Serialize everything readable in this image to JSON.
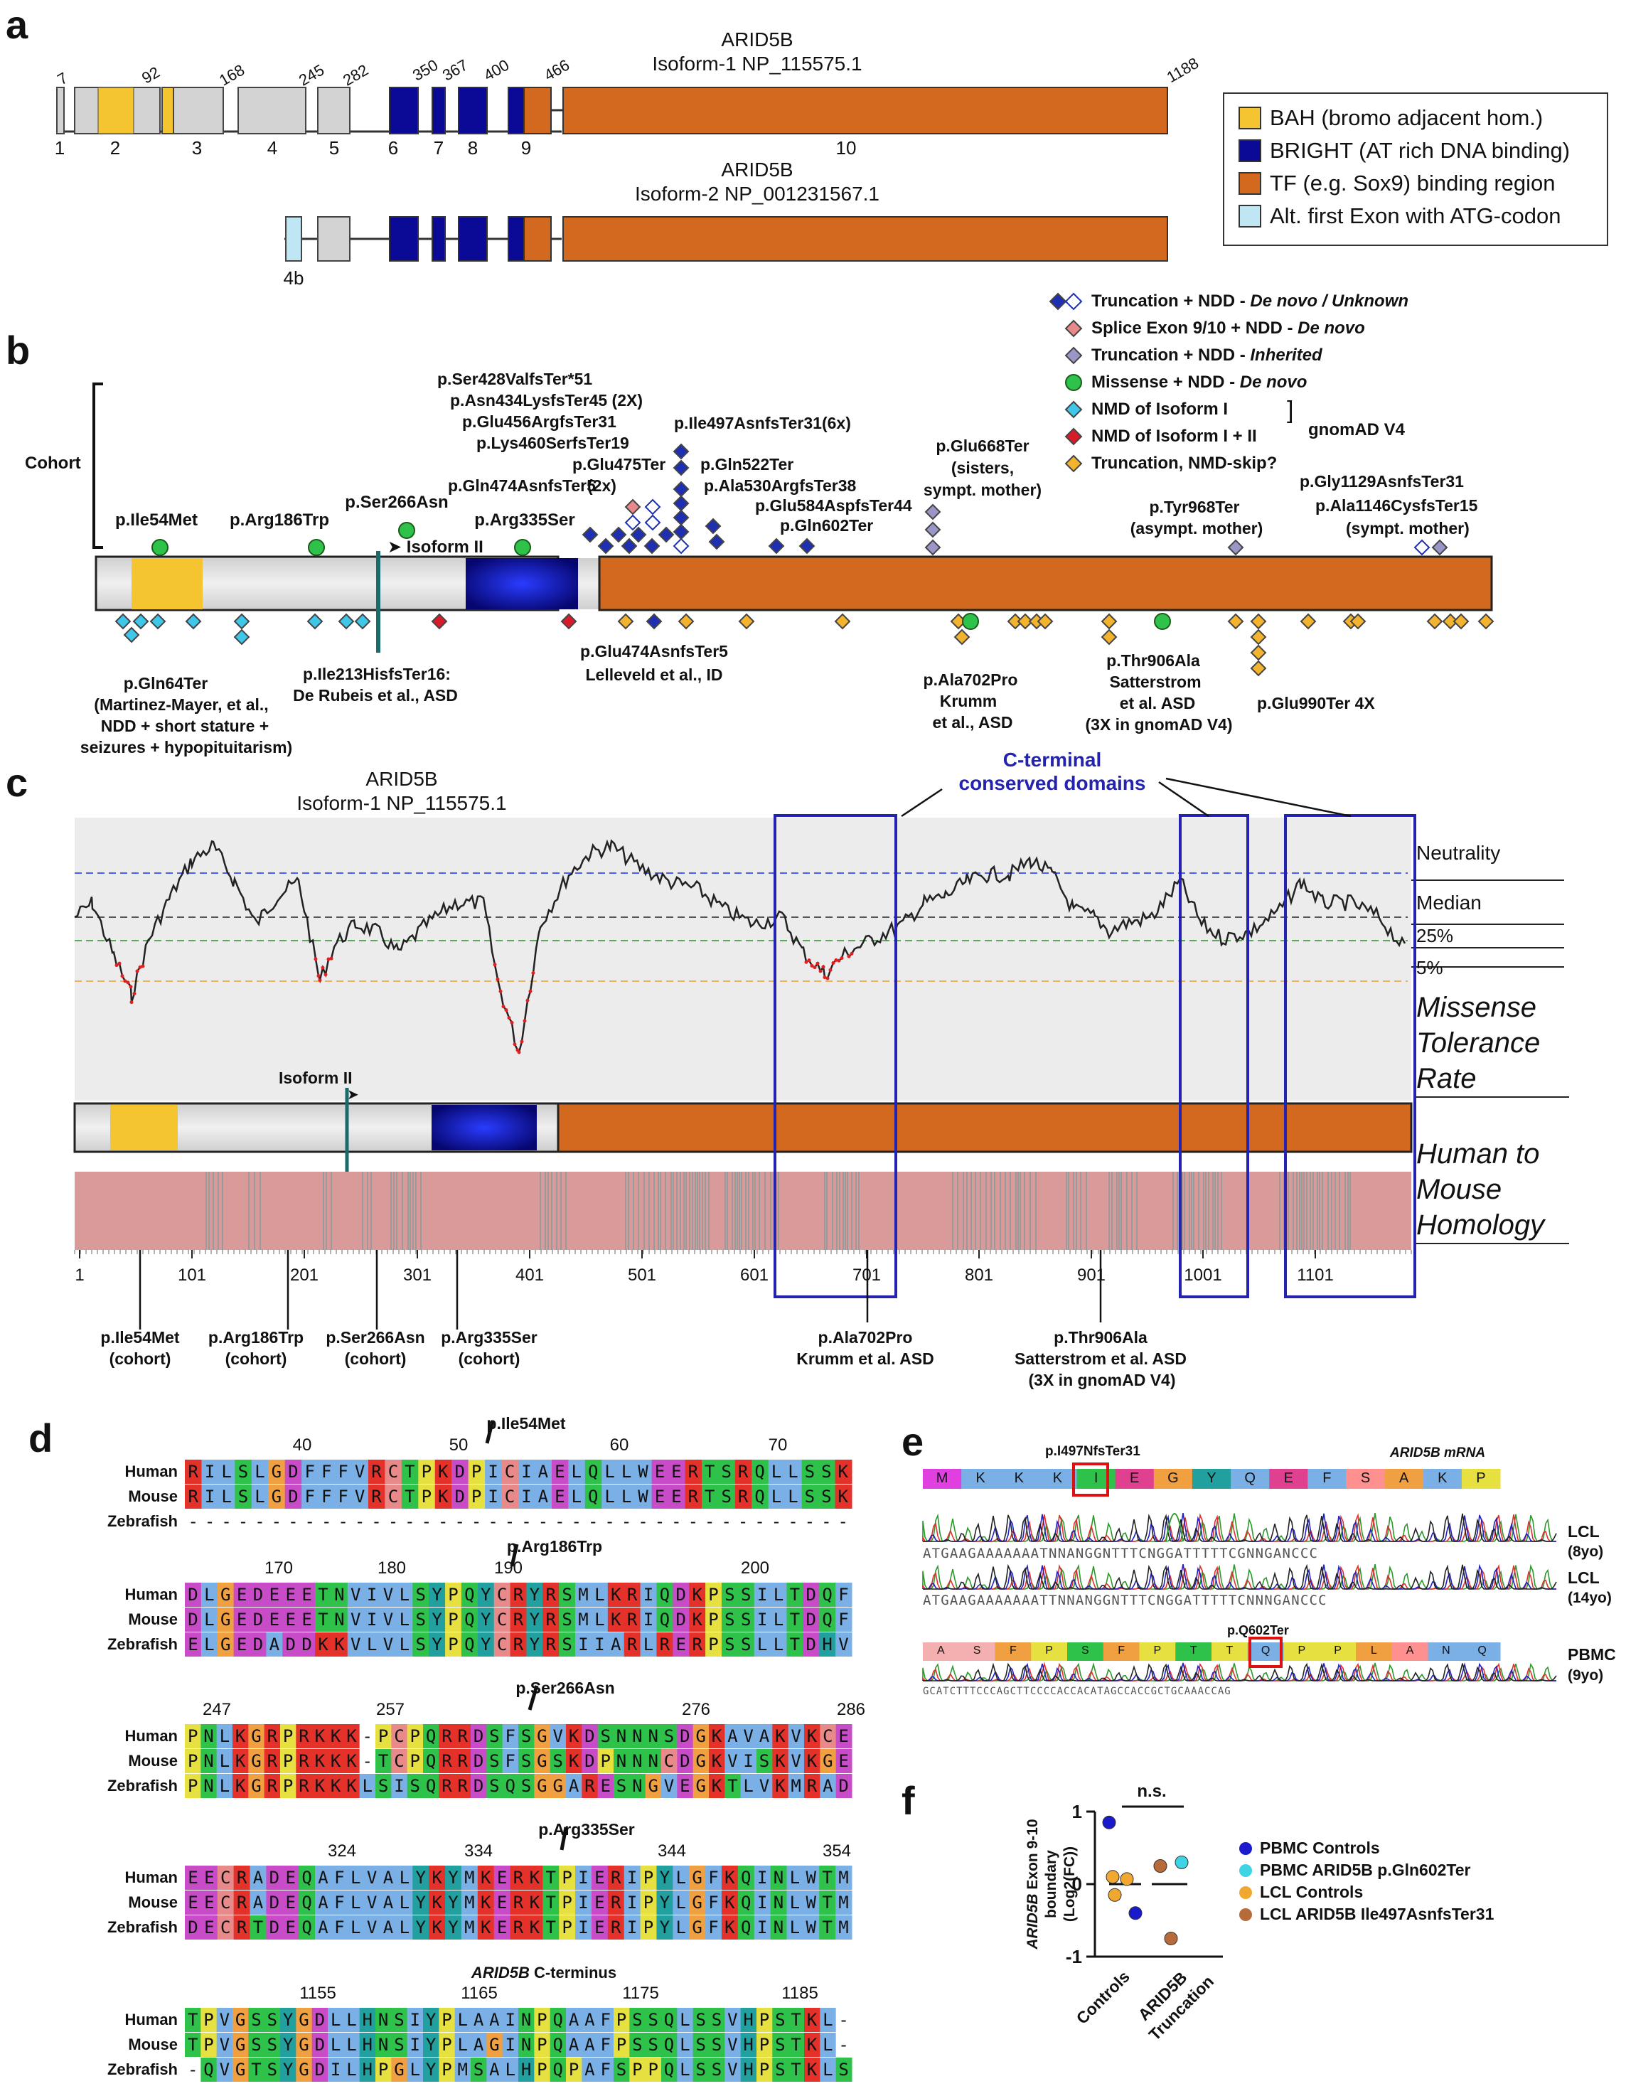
{
  "panels": {
    "a": "a",
    "b": "b",
    "c": "c",
    "d": "d",
    "e": "e",
    "f": "f"
  },
  "colors": {
    "bah": "#f5c431",
    "bright": "#0a0a96",
    "tf": "#d2691e",
    "alt": "#bfe6f3",
    "exon": "#d3d3d3",
    "pink": "#d99a9a"
  },
  "panel_a": {
    "isoform1_title": "ARID5B",
    "isoform1_sub": "Isoform-1 NP_115575.1",
    "isoform2_title": "ARID5B",
    "isoform2_sub": "Isoform-2 NP_001231567.1",
    "positions": [
      "7",
      "92",
      "168",
      "245",
      "282",
      "350",
      "367",
      "400",
      "466",
      "1188"
    ],
    "exon_numbers": [
      "1",
      "2",
      "3",
      "4",
      "5",
      "6",
      "7",
      "8",
      "9",
      "10"
    ],
    "alt_exon": "4b",
    "legend": [
      {
        "label": "BAH (bromo adjacent hom.)",
        "color": "#f5c431"
      },
      {
        "label": "BRIGHT (AT rich DNA binding)",
        "color": "#0a0a96"
      },
      {
        "label": "TF (e.g. Sox9) binding region",
        "color": "#d2691e"
      },
      {
        "label": "Alt. first Exon with ATG-codon",
        "color": "#bfe6f3"
      }
    ]
  },
  "panel_b": {
    "cohort_label": "Cohort",
    "isoform_marker": "Isoform II",
    "legend": [
      {
        "label": "Truncation + NDD - ",
        "ital": "De novo / Unknown"
      },
      {
        "label": "Splice Exon 9/10 +  NDD - ",
        "ital": "De novo"
      },
      {
        "label": "Truncation + NDD - ",
        "ital": "Inherited"
      },
      {
        "label": "Missense + NDD  - ",
        "ital": "De novo"
      },
      {
        "label": "NMD of Isoform I",
        "ital": ""
      },
      {
        "label": "NMD of Isoform I + II",
        "ital": ""
      },
      {
        "label": "Truncation, NMD-skip?",
        "ital": ""
      }
    ],
    "gnomad_label": "gnomAD V4",
    "top_labels": [
      "p.Ile54Met",
      "p.Arg186Trp",
      "p.Ser266Asn",
      "p.Arg335Ser",
      "p.Ser428ValfsTer*51",
      "p.Asn434LysfsTer45 (2X)",
      "p.Glu456ArgfsTer31",
      "p.Lys460SerfsTer19",
      "p.Gln474AsnfsTer5",
      "p.Glu475Ter",
      "(2x)",
      "p.Ile497AsnfsTer31(6x)",
      "p.Gln522Ter",
      "p.Ala530ArgfsTer38",
      "p.Glu584AspfsTer44",
      "p.Gln602Ter",
      "p.Glu668Ter",
      "(sisters,",
      "sympt. mother)",
      "p.Tyr968Ter",
      "(asympt. mother)",
      "p.Gly1129AsnfsTer31",
      "p.Ala1146CysfsTer15",
      "(sympt. mother)"
    ],
    "bottom_labels": [
      "p.Gln64Ter",
      "(Martinez-Mayer, et al.,",
      "NDD + short stature +",
      "seizures + hypopituitarism)",
      "p.Ile213HisfsTer16:",
      "De Rubeis et al., ASD",
      "p.Glu474AsnfsTer5",
      "Lelleveld et al., ID",
      "p.Ala702Pro",
      "Krumm",
      "et al., ASD",
      "p.Thr906Ala",
      "Satterstrom",
      "et al. ASD",
      "(3X in gnomAD V4)",
      "p.Glu990Ter 4X"
    ]
  },
  "panel_c": {
    "title": "ARID5B",
    "subtitle": "Isoform-1 NP_115575.1",
    "conserved": "C-terminal",
    "conserved2": "conserved domains",
    "right_labels": [
      "Neutrality",
      "Median",
      "25%",
      "5%"
    ],
    "mtr": [
      "Missense",
      "Tolerance",
      "Rate"
    ],
    "homology": [
      "Human to",
      "Mouse",
      "Homology"
    ],
    "isoform_marker": "Isoform II",
    "ticks": [
      "1",
      "101",
      "201",
      "301",
      "401",
      "501",
      "601",
      "701",
      "801",
      "901",
      "1001",
      "1101"
    ],
    "bottom_labels": [
      "p.Ile54Met",
      "(cohort)",
      "p.Arg186Trp",
      "(cohort)",
      "p.Ser266Asn",
      "(cohort)",
      "p.Arg335Ser",
      "(cohort)",
      "p.Ala702Pro",
      "Krumm et al. ASD",
      "p.Thr906Ala",
      "Satterstrom et al. ASD",
      "(3X in gnomAD V4)"
    ]
  },
  "panel_d": {
    "blocks": [
      {
        "variant": "p.Ile54Met",
        "ticks": [
          "40",
          "50",
          "60",
          "70"
        ],
        "rows": [
          {
            "sp": "Human",
            "seq": "RILSLGDFFFVRCTPKDPICIAELQLLWEERTSRQLLSSK"
          },
          {
            "sp": "Mouse",
            "seq": "RILSLGDFFFVRCTPKDPICIAELQLLWEERTSRQLLSSK"
          },
          {
            "sp": "Zebrafish",
            "seq": "----------------------------------------"
          }
        ]
      },
      {
        "variant": "p.Arg186Trp",
        "ticks": [
          "170",
          "180",
          "190",
          "200"
        ],
        "rows": [
          {
            "sp": "Human",
            "seq": "DLGEDEEETNVIVLSYPQYCRYRSMLKRIQDKPSSILTDQF"
          },
          {
            "sp": "Mouse",
            "seq": "DLGEDEEETNVIVLSYPQYCRYRSMLKRIQDKPSSILTDQF"
          },
          {
            "sp": "Zebrafish",
            "seq": "ELGEDADDKKVLVLSYPQYCRYRSIIARLRERPSSLLTDHV"
          }
        ]
      },
      {
        "variant": "p.Ser266Asn",
        "ticks": [
          "247",
          "257",
          "276",
          "286"
        ],
        "rows": [
          {
            "sp": "Human",
            "seq": "PNLKGRPRKKK-PCPQRRDSFSGVKDSNNNSDGKAVAKVKCE"
          },
          {
            "sp": "Mouse",
            "seq": "PNLKGRPRKKK-TCPQRRDSFSGSKDPNNNCDGKVISKVKGE"
          },
          {
            "sp": "Zebrafish",
            "seq": "PNLKGRPRKKKLSISQRRDSQSGGARESNGVEGKTLVKMRAD"
          }
        ]
      },
      {
        "variant": "p.Arg335Ser",
        "ticks": [
          "324",
          "334",
          "344",
          "354"
        ],
        "rows": [
          {
            "sp": "Human",
            "seq": "EECRADEQAFLVALYKYMKERKTPIERIPYLGFKQINLWTM"
          },
          {
            "sp": "Mouse",
            "seq": "EECRADEQAFLVALYKYMKERKTPIERIPYLGFKQINLWTM"
          },
          {
            "sp": "Zebrafish",
            "seq": "DECRTDEQAFLVALYKYMKERKTPIERIPYLGFKQINLWTM"
          }
        ]
      },
      {
        "variant": "C-terminus",
        "variant_gene": "ARID5B",
        "ticks": [
          "1155",
          "1165",
          "1175",
          "1185"
        ],
        "rows": [
          {
            "sp": "Human",
            "seq": "TPVGSSYGDLLHNSIYPLAAINPQAAFPSSQLSSVHPSTKL-"
          },
          {
            "sp": "Mouse",
            "seq": "TPVGSSYGDLLHNSIYPLAGINPQAAFPSSQLSSVHPSTKL-"
          },
          {
            "sp": "Zebrafish",
            "seq": "-QVGTSYGDILHPGLYPMSALHPQPAFSPPQLSSVHPSTKLS"
          }
        ]
      }
    ]
  },
  "panel_e": {
    "variant1": "p.I497NfsTer31",
    "mrna": "ARID5B mRNA",
    "aa1": [
      "M",
      "K",
      "K",
      "K",
      "I",
      "E",
      "G",
      "Y",
      "Q",
      "E",
      "F",
      "S",
      "A",
      "K",
      "P"
    ],
    "seq1": "ATGAAGAAAAAAATNNANGGNTTTCNGGATTTTTCGNNGANCCC",
    "seq2": "ATGAAGAAAAAAATTNNANGGNTTTCNGGATTTTTCNNNGANCCC",
    "seq3": "GCATCTTTCCCAGCTTCCCCACCACATAGCCACCGCTGCAAACCAG",
    "lcl": "LCL",
    "age1": "(8yo)",
    "age2": "(14yo)",
    "variant2": "p.Q602Ter",
    "aa2": [
      "A",
      "S",
      "F",
      "P",
      "S",
      "F",
      "P",
      "T",
      "T",
      "Q",
      "P",
      "P",
      "L",
      "A",
      "N",
      "Q"
    ],
    "pbmc": "PBMC",
    "age3": "(9yo)"
  },
  "panel_f": {
    "ylabel_gene": "ARID5B",
    "ylabel_rest": "Exon 9-10",
    "ylabel2": "boundary",
    "ylabel3": "(Log2(FC))",
    "yticks": [
      "1",
      "0",
      "-1"
    ],
    "xcats": [
      "Controls",
      "ARID5B",
      "Truncation"
    ],
    "ns": "n.s.",
    "legend": [
      {
        "label": "PBMC Controls",
        "color": "#1a1acc"
      },
      {
        "label": "PBMC ARID5B p.Gln602Ter",
        "color": "#3fd3e6"
      },
      {
        "label": "LCL Controls",
        "color": "#f0a830"
      },
      {
        "label": "LCL ARID5B Ile497AsnfsTer31",
        "color": "#b86b3a"
      }
    ],
    "points": [
      {
        "group": "Controls",
        "series": "PBMC Controls",
        "y": 0.85
      },
      {
        "group": "Controls",
        "series": "PBMC Controls",
        "y": -0.4
      },
      {
        "group": "Controls",
        "series": "LCL Controls",
        "y": 0.1
      },
      {
        "group": "Controls",
        "series": "LCL Controls",
        "y": 0.07
      },
      {
        "group": "Controls",
        "series": "LCL Controls",
        "y": -0.15
      },
      {
        "group": "Truncation",
        "series": "PBMC ARID5B p.Gln602Ter",
        "y": 0.3
      },
      {
        "group": "Truncation",
        "series": "LCL ARID5B Ile497AsnfsTer31",
        "y": 0.25
      },
      {
        "group": "Truncation",
        "series": "LCL ARID5B Ile497AsnfsTer31",
        "y": -0.75
      }
    ]
  }
}
